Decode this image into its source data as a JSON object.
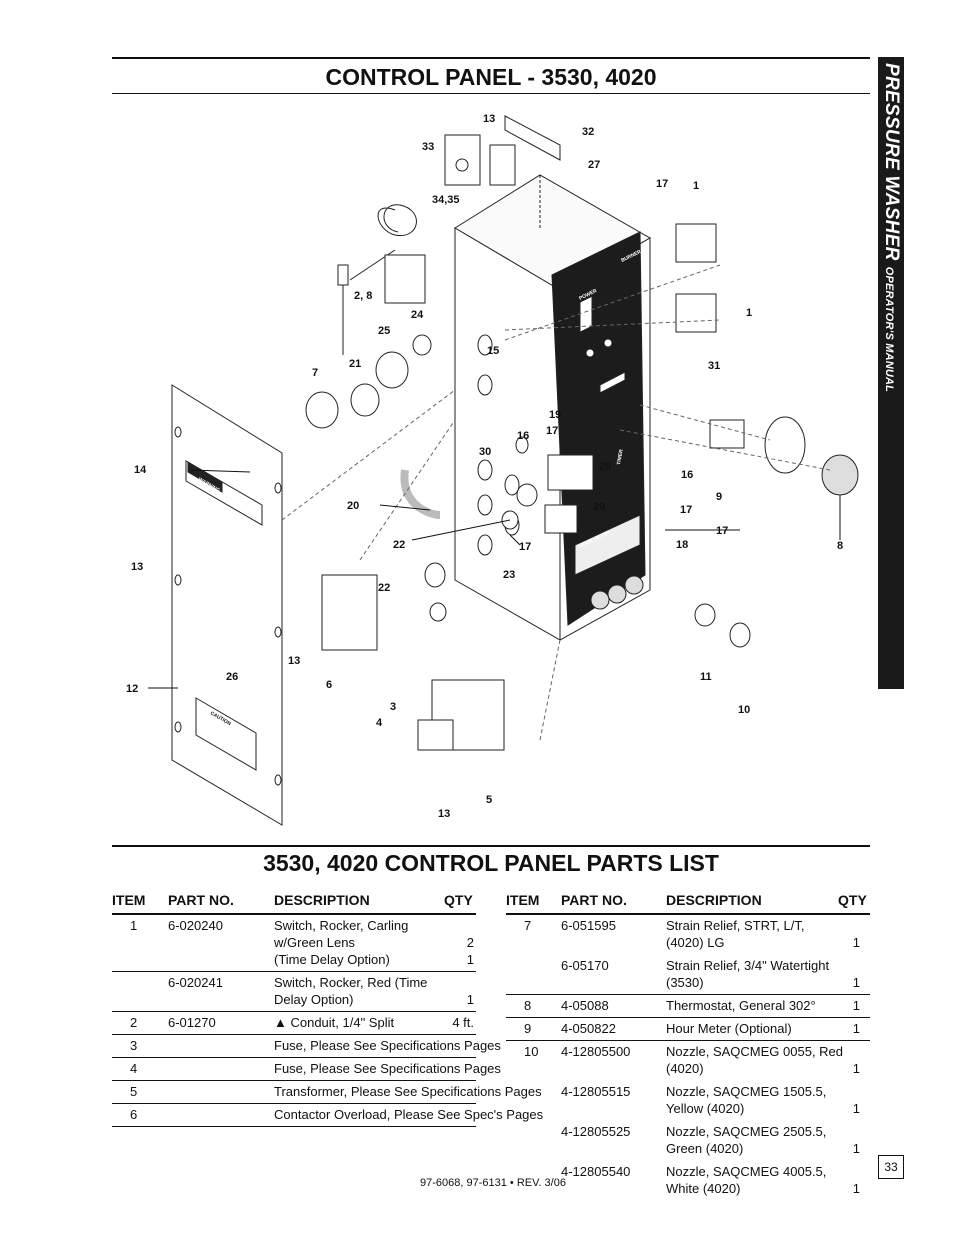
{
  "page": {
    "title": "CONTROL PANEL - 3530, 4020",
    "parts_title": "3530, 4020 CONTROL PANEL PARTS LIST",
    "sidebar_title": "PRESSURE WASHER",
    "sidebar_subtitle": "OPERATOR'S MANUAL",
    "page_number": "33",
    "footer": "97-6068, 97-6131 • REV. 3/06"
  },
  "diagram": {
    "callouts": [
      "13",
      "32",
      "33",
      "27",
      "34,35",
      "17",
      "1",
      "2, 8",
      "24",
      "25",
      "1",
      "7",
      "21",
      "15",
      "31",
      "19",
      "17",
      "16",
      "14",
      "30",
      "16",
      "28",
      "9",
      "20",
      "29",
      "17",
      "22",
      "17",
      "18",
      "17",
      "8",
      "13",
      "23",
      "22",
      "13",
      "6",
      "11",
      "12",
      "26",
      "10",
      "3",
      "4",
      "13",
      "5"
    ],
    "labels": {
      "warning": "WARNING",
      "caution": "CAUTION",
      "power": "POWER",
      "burner": "BURNER",
      "timer": "TIMER",
      "hour_meter": "HOUR METER"
    }
  },
  "table": {
    "headers": {
      "item": "ITEM",
      "part_no": "PART NO.",
      "description": "DESCRIPTION",
      "qty": "QTY"
    },
    "left_rows": [
      {
        "item": "1",
        "part": "6-020240",
        "desc": [
          "Switch, Rocker, Carling",
          "w/Green Lens",
          "(Time Delay Option)"
        ],
        "qty": [
          "",
          "2",
          "1"
        ]
      },
      {
        "item": "",
        "part": "6-020241",
        "desc": [
          "Switch, Rocker, Red (Time",
          "Delay Option)"
        ],
        "qty": [
          "",
          "1"
        ]
      },
      {
        "item": "2",
        "part": "6-01270",
        "desc": [
          "▲ Conduit, 1/4\" Split"
        ],
        "qty": [
          "4 ft."
        ]
      },
      {
        "item": "3",
        "part": "",
        "desc": [
          "Fuse, Please See Specifications Pages"
        ],
        "qty": [
          ""
        ]
      },
      {
        "item": "4",
        "part": "",
        "desc": [
          "Fuse, Please See Specifications Pages"
        ],
        "qty": [
          ""
        ]
      },
      {
        "item": "5",
        "part": "",
        "desc": [
          "Transformer, Please See Specifications Pages"
        ],
        "qty": [
          ""
        ]
      },
      {
        "item": "6",
        "part": "",
        "desc": [
          "Contactor Overload, Please See Spec's Pages"
        ],
        "qty": [
          ""
        ]
      }
    ],
    "right_rows": [
      {
        "item": "7",
        "part": "6-051595",
        "desc": [
          "Strain Relief, STRT, L/T,",
          "(4020) LG"
        ],
        "qty": [
          "",
          "1"
        ]
      },
      {
        "item": "",
        "part": "6-05170",
        "desc": [
          "Strain Relief, 3/4\" Watertight",
          "(3530)"
        ],
        "qty": [
          "",
          "1"
        ]
      },
      {
        "item": "8",
        "part": "4-05088",
        "desc": [
          "Thermostat, General 302°"
        ],
        "qty": [
          "1"
        ]
      },
      {
        "item": "9",
        "part": "4-050822",
        "desc": [
          "Hour Meter (Optional)"
        ],
        "qty": [
          "1"
        ]
      },
      {
        "item": "10",
        "part": "4-12805500",
        "desc": [
          "Nozzle, SAQCMEG 0055, Red",
          "(4020)"
        ],
        "qty": [
          "",
          "1"
        ]
      },
      {
        "item": "",
        "part": "4-12805515",
        "desc": [
          "Nozzle, SAQCMEG 1505.5,",
          "Yellow (4020)"
        ],
        "qty": [
          "",
          "1"
        ]
      },
      {
        "item": "",
        "part": "4-12805525",
        "desc": [
          "Nozzle, SAQCMEG 2505.5,",
          "Green (4020)"
        ],
        "qty": [
          "",
          "1"
        ]
      },
      {
        "item": "",
        "part": "4-12805540",
        "desc": [
          "Nozzle, SAQCMEG 4005.5,",
          "White (4020)"
        ],
        "qty": [
          "",
          "1"
        ]
      }
    ]
  }
}
